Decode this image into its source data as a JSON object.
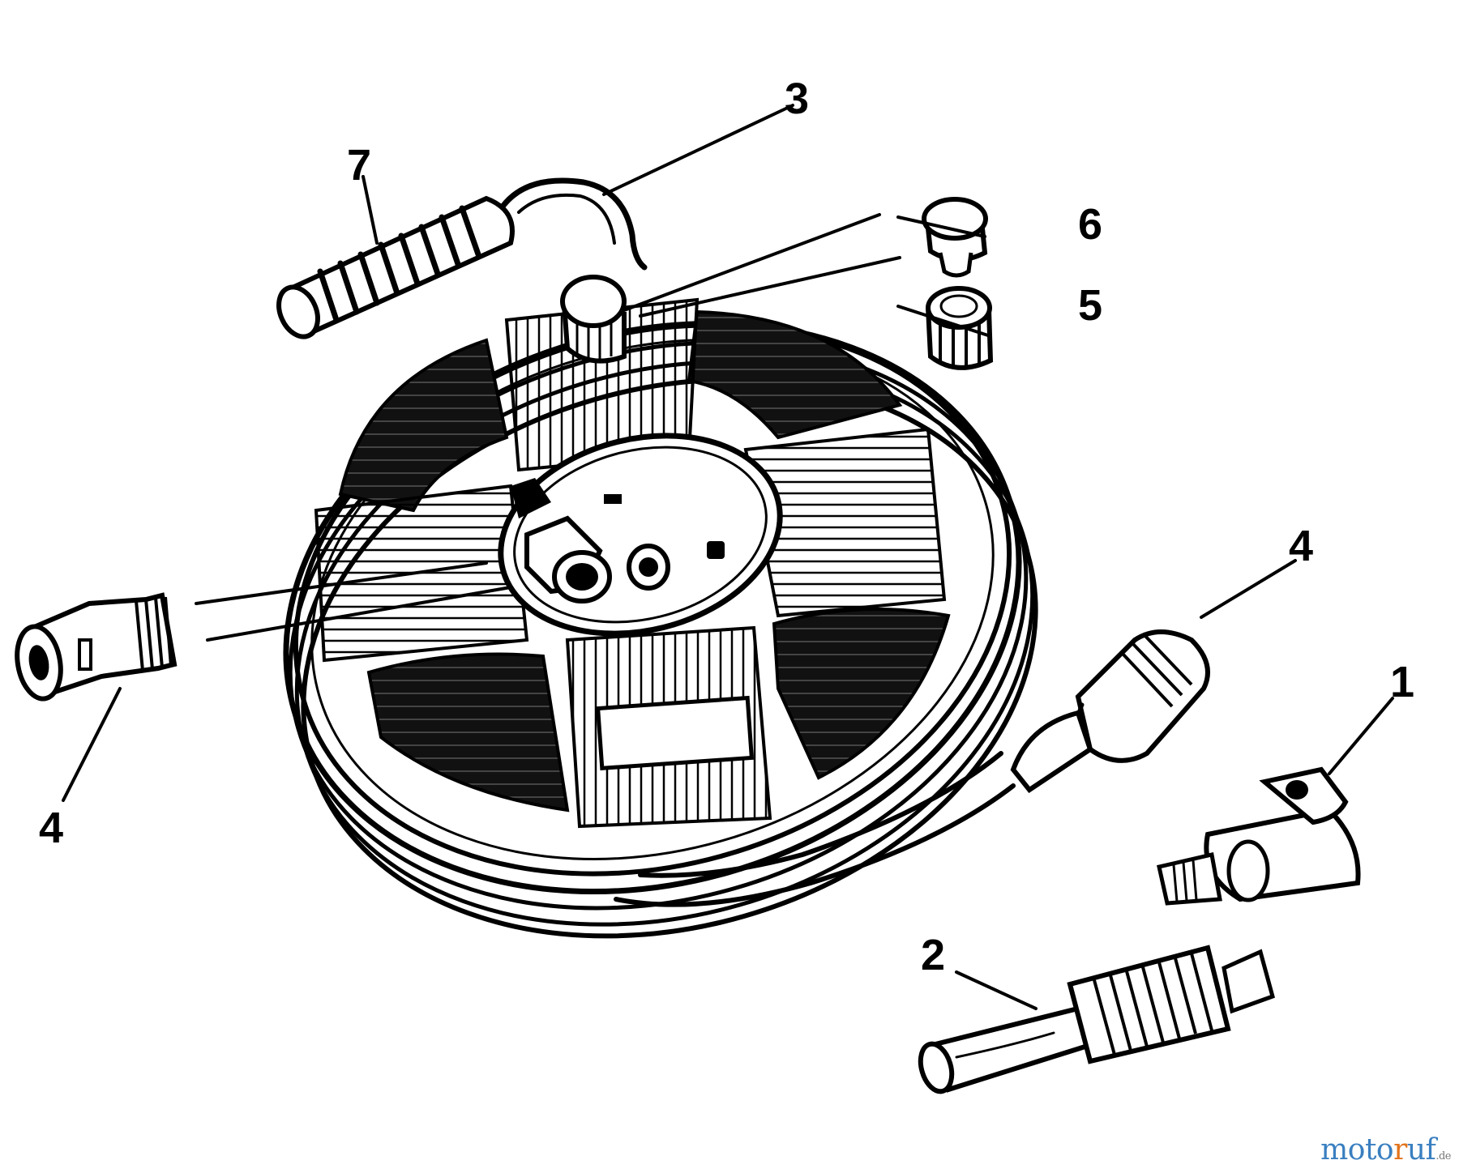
{
  "diagram": {
    "callouts": [
      {
        "id": "c3",
        "label": "3"
      },
      {
        "id": "c7",
        "label": "7"
      },
      {
        "id": "c6",
        "label": "6"
      },
      {
        "id": "c5",
        "label": "5"
      },
      {
        "id": "c4-right",
        "label": "4"
      },
      {
        "id": "c4-left",
        "label": "4"
      },
      {
        "id": "c1",
        "label": "1"
      },
      {
        "id": "c2",
        "label": "2"
      }
    ],
    "parts": [
      {
        "name": "hose-reel"
      },
      {
        "name": "hose-guide"
      },
      {
        "name": "reel-knob"
      },
      {
        "name": "hub-connector"
      },
      {
        "name": "cap"
      },
      {
        "name": "connector-nut"
      },
      {
        "name": "quick-connector"
      },
      {
        "name": "tap-adapter"
      },
      {
        "name": "spray-nozzle"
      }
    ]
  },
  "watermark": {
    "part_a": "moto",
    "part_b": "r",
    "part_c": "uf",
    "tld": ".de"
  },
  "colors": {
    "ink": "#000000",
    "background": "#ffffff",
    "watermark_blue": "#3a7fc0",
    "watermark_orange": "#e2731c"
  }
}
